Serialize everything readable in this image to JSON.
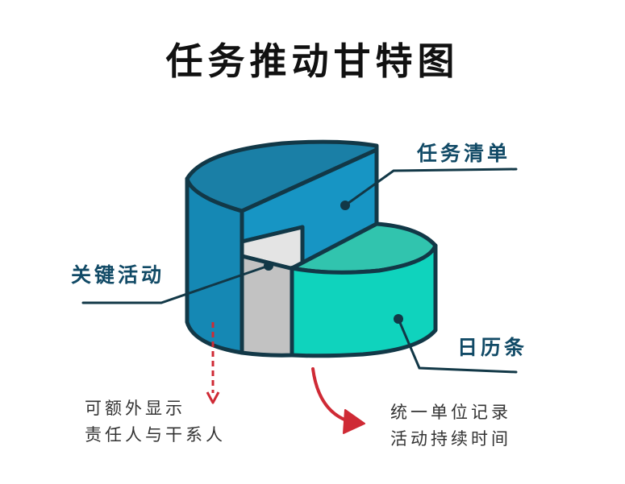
{
  "title": "任务推动甘特图",
  "parts": {
    "task_list": "任务清单",
    "key_activities": "关键活动",
    "calendar": "日历条"
  },
  "notes": {
    "down": {
      "line1": "可额外显示",
      "line2": "责任人与干系人"
    },
    "right": {
      "line1": "统一单位记录",
      "line2": "活动持续时间"
    }
  },
  "colors": {
    "label": "#114a66",
    "blue_top": "#1a7fa6",
    "blue_side": "#1593c0",
    "blue_face": "#1795c4",
    "teal_top": "#31c4ae",
    "teal_side": "#0fd3bd",
    "gray_face": "#c2c2c2",
    "gray_inner": "#e4e4e4",
    "red_arrow": "#cf2a35",
    "outline": "#123847"
  }
}
